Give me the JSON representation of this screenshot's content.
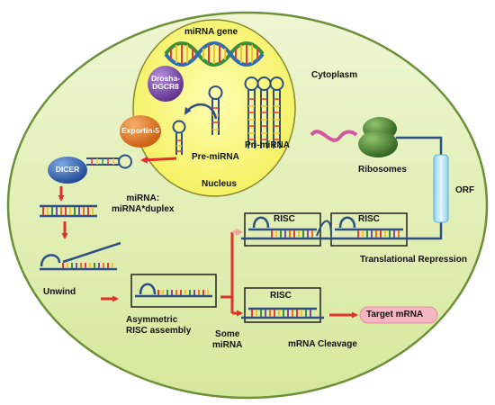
{
  "labels": {
    "mirna_gene": "miRNA gene",
    "cytoplasm": "Cytoplasm",
    "drosha_line1": "Drosha-",
    "drosha_line2": "DGCR8",
    "exportin": "Exportin-5",
    "pri_mirna": "Pri-miRNA",
    "pre_mirna_nucleus": "Pre-miRNA",
    "nucleus": "Nucleus",
    "ribosomes": "Ribosomes",
    "dicer": "DICER",
    "duplex_line1": "miRNA:",
    "duplex_line2": "miRNA*duplex",
    "orf": "ORF",
    "risc_1": "RISC",
    "risc_2": "RISC",
    "risc_3": "RISC",
    "translational_repression": "Translational Repression",
    "unwind": "Unwind",
    "asym_line1": "Asymmetric",
    "asym_line2": "RISC assembly",
    "some_line1": "Some",
    "some_line2": "miRNA",
    "mrna_cleavage": "mRNA Cleavage",
    "target_mrna": "Target mRNA"
  },
  "colors": {
    "cell_fill": "#e2efb6",
    "cell_stroke": "#6e8f3a",
    "nucleus_fill": "#fbfa8c",
    "nucleus_stroke": "#b8b54a",
    "drosha": "#7b4aa8",
    "exportin": "#e7731f",
    "dicer": "#2e5fae",
    "ribosome": "#3f7a2a",
    "rna_backbone": "#2d4f86",
    "arrow": "#e0312c",
    "orf_fill": "#bfe5f5",
    "target_fill": "#f4b6c2",
    "swirl": "#d4559f"
  }
}
